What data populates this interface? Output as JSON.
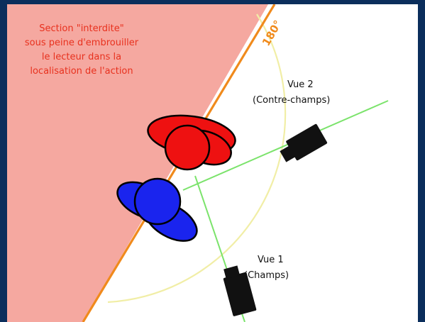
{
  "diagram": {
    "forbidden_label": [
      "Section \"interdite\"",
      "sous peine d'embrouiller",
      "le lecteur dans la",
      "localisation de l'action"
    ],
    "angle_label": "180°",
    "vue2": {
      "title": "Vue 2",
      "subtitle": "(Contre-champs)"
    },
    "vue1": {
      "title": "Vue 1",
      "subtitle": "(Champs)"
    }
  },
  "colors": {
    "background_frame": "#0b2e5c",
    "forbidden_zone": "#f5a8a0",
    "forbidden_text": "#e8311e",
    "axis_line": "#f08a1c",
    "arc": "#f1eea6",
    "sight_lines": "#7be36b",
    "character_red": "#ee1111",
    "character_blue": "#1a24ee",
    "camera": "#111111"
  }
}
